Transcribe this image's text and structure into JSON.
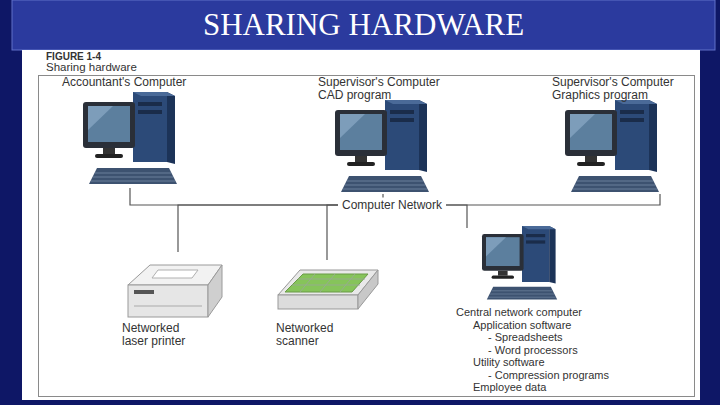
{
  "diagram": {
    "title": "SHARING HARDWARE",
    "nodes": [
      {
        "text": [
          "Accountant's Computer"
        ]
      },
      {
        "text": [
          "Supervisor's Computer",
          "CAD program"
        ]
      },
      {
        "text": [
          "Supervisor's Computer",
          "Graphics program"
        ]
      },
      {
        "text": [
          "Computer Network"
        ]
      },
      {
        "text": [
          "Networked laser printer"
        ]
      },
      {
        "text": [
          "Networked scanner"
        ]
      },
      {
        "text": [
          "Central network computer",
          "Application software",
          "- Spreadsheets",
          "- Word processors",
          "Utility software",
          "- Compression programs",
          "Employee data"
        ]
      }
    ],
    "edges": [
      {
        "from": 0,
        "to": 3,
        "arrow": "none"
      },
      {
        "from": 1,
        "to": 3,
        "arrow": "none"
      },
      {
        "from": 2,
        "to": 3,
        "arrow": "none"
      },
      {
        "from": 4,
        "to": 3,
        "arrow": "none"
      },
      {
        "from": 5,
        "to": 3,
        "arrow": "none"
      },
      {
        "from": 6,
        "to": 3,
        "arrow": "none"
      }
    ],
    "labels": [
      "FIGURE 1-4",
      "Sharing hardware"
    ]
  }
}
